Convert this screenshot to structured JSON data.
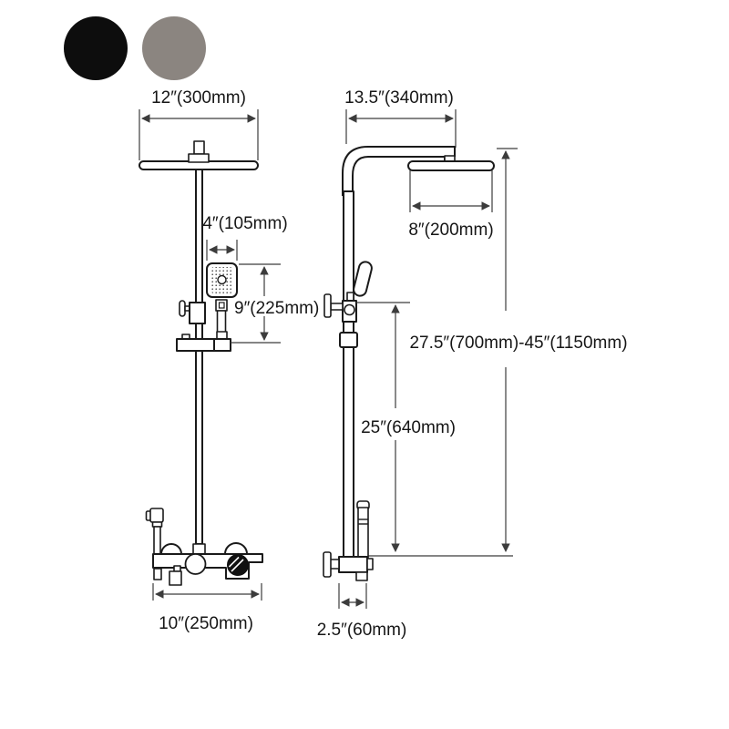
{
  "product": {
    "view": "shower-system-dimension-diagram"
  },
  "swatches": {
    "items": [
      {
        "name": "black",
        "color": "#0d0d0d"
      },
      {
        "name": "grey",
        "color": "#8b8580"
      }
    ]
  },
  "diagram": {
    "line_color": "#1a1a1a",
    "dim_color": "#3c3c3c",
    "labels": {
      "head_width": "12″(300mm)",
      "arm_reach": "13.5″(340mm)",
      "hand_shower_width": "4″(105mm)",
      "head_depth": "8″(200mm)",
      "hand_shower_drop": "9″(225mm)",
      "adjustable_height": "27.5″(700mm)-45″(1150mm)",
      "pipe_height": "25″(640mm)",
      "valve_width": "10″(250mm)",
      "valve_depth": "2.5″(60mm)"
    }
  }
}
